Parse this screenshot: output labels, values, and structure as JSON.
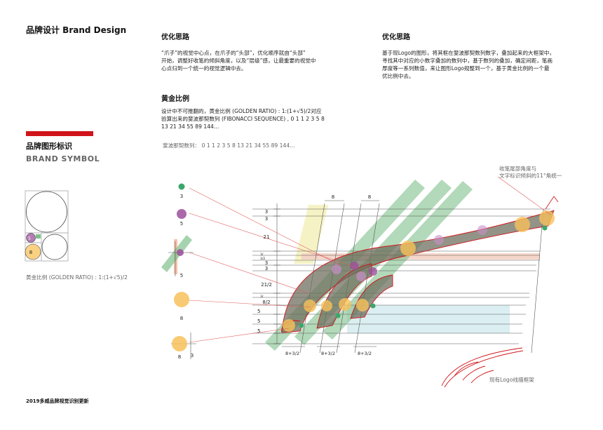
{
  "header": {
    "title": "品牌设计 Brand Design"
  },
  "section_symbol": {
    "title_cn": "品牌图形标识",
    "title_en": "BRAND  SYMBOL"
  },
  "golden_caption": "黄金比例 (GOLDEN RATIO) : 1:(1+√5)/2",
  "col1": {
    "title": "优化思路",
    "lines": [
      "“爪子”的视觉中心点，在爪子的“头部”，优化顺序就由“头部”",
      "开始，调整好收笔的倾斜角度，以及“层级”感，让最重要的视觉中",
      "心点归到一个统一的视觉逻辑中去。"
    ]
  },
  "golden": {
    "title": "黄金比例",
    "lines": [
      "设计中不可推翻的，黄金比例 (GOLDEN RATIO) : 1:(1+√5)/2对应",
      "验算出来的斐波那契数列 (FIBONACCI SEQUENCE) , 0 1 1 2 3 5 8",
      "13 21 34 55 89 144…"
    ]
  },
  "col2": {
    "title": "优化思路",
    "lines": [
      "基于现Logo的图形，将其框在斐波那契数列数字，叠加起来的大框架中，",
      "寻找其中对应的小数字叠加的数列中，基于数列的叠加，确定间距，笔画",
      "厚度等一系列数值，来让图形Logo规整到一个，基于黄金比例的一个最",
      "优比例中去。"
    ]
  },
  "fib_line": "斐波那契数列：  0 1 1 2 3 5 8 13 21 34 55 89 144…",
  "annotations": {
    "angle_line1": "收笔尾部角度与",
    "angle_line2": "文字标识倾斜的11°角统一",
    "current_logo": "现有Logo线描框架"
  },
  "diagram_labels": {
    "dim8a": "8",
    "dim8b": "8",
    "row3a": "3",
    "row3b": "3",
    "row21": "21",
    "row_s1": "3/",
    "row_s2": "3/2",
    "row3c": "3",
    "row3d": "3",
    "row21_2": "21/2",
    "row_s3": "3/",
    "row8_2": "8/2",
    "row5a": "5",
    "row5b": "5",
    "row5c": "5",
    "bot1": "8+3/2",
    "bot2": "8+3/2",
    "bot3": "8+3/2"
  },
  "left_labels": {
    "c3": "3",
    "c5": "5",
    "c5b": "5",
    "c8": "8",
    "c8b": "8",
    "c3b": "3"
  },
  "footer": "2019多威品牌视觉识别更新",
  "colors": {
    "accent_red": "#d0141a",
    "green": "#7fc08a",
    "orange": "#f7c15a",
    "purple": "#9b4f9b",
    "pink": "#e8a0a0",
    "light_blue": "#cfe8ee",
    "light_yellow": "#f2f0b6"
  }
}
